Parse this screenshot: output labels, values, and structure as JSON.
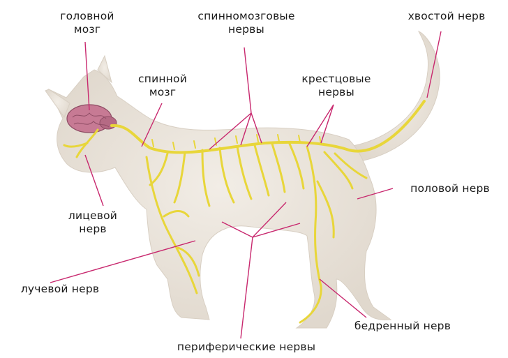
{
  "diagram": {
    "labels": {
      "brain": [
        "головной",
        "мозг"
      ],
      "spinal_nerves": [
        "спинномозговые",
        "нервы"
      ],
      "tail_nerve": [
        "хвостой нерв"
      ],
      "spinal_cord": [
        "спинной",
        "мозг"
      ],
      "sacral_nerves": [
        "крестцовые",
        "нервы"
      ],
      "genital_nerve": [
        "половой нерв"
      ],
      "facial_nerve": [
        "лицевой",
        "нерв"
      ],
      "radial_nerve": [
        "лучевой нерв"
      ],
      "femoral_nerve": [
        "бедренный нерв"
      ],
      "peripheral_nerves": [
        "периферические нервы"
      ]
    },
    "colors": {
      "leader": "#c8286e",
      "nerve": "#e8d63a",
      "nerve_edge": "#b8a420",
      "body": "#ece6de",
      "body_shade": "#d9d1c6",
      "brain": "#c77a94"
    }
  }
}
